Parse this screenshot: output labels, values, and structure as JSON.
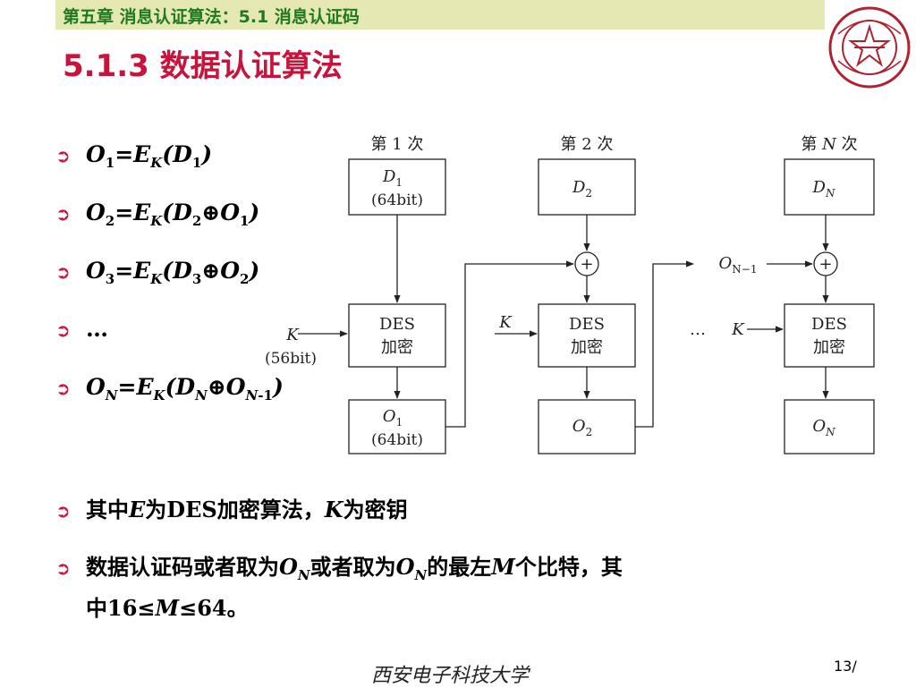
{
  "header": {
    "chapter": "第五章 消息认证算法：5.1 消息认证码",
    "title": "5.1.3  数据认证算法"
  },
  "equations": {
    "e1": {
      "o": "O",
      "os": "1",
      "e": "=E",
      "es": "K",
      "p1": "(",
      "d": "D",
      "ds": "1",
      "p2": ")"
    },
    "e2": {
      "o": "O",
      "os": "2",
      "e": "=E",
      "es": "K",
      "p1": "(",
      "d": "D",
      "ds": "2",
      "xor": "⊕",
      "o2": "O",
      "o2s": "1",
      "p2": ")"
    },
    "e3": {
      "o": "O",
      "os": "3",
      "e": "=E",
      "es": "K",
      "p1": "(",
      "d": "D",
      "ds": "3",
      "xor": "⊕",
      "o2": "O",
      "o2s": "2",
      "p2": ")"
    },
    "e4": {
      "dots": "…"
    },
    "e5": {
      "o": "O",
      "os": "N",
      "e": "=E",
      "es": "K",
      "p1": "(",
      "d": "D",
      "ds": "N",
      "xor": "⊕",
      "o2": "O",
      "o2s": "N",
      "o2s2": "-1",
      "p2": ")"
    }
  },
  "bullets": {
    "b1": {
      "t1": "其中",
      "e": "E",
      "t2": "为",
      "des": "DES",
      "t3": "加密算法，",
      "k": "K",
      "t4": "为密钥"
    },
    "b2": {
      "t1": "数据认证码或者取为",
      "o1": "O",
      "o1s": "N",
      "t2": "或者取为",
      "o2": "O",
      "o2s": "N",
      "t3": "的最左",
      "m": "M",
      "t4": "个比特，其",
      "t5": "中",
      "n1": "16≤",
      "m2": "M",
      "n2": "≤64",
      "t6": "。"
    }
  },
  "diagram": {
    "round1": "第 1 次",
    "round2": "第 2 次",
    "roundN_pre": "第 ",
    "roundN_N": "N",
    "roundN_post": " 次",
    "d1": "D",
    "d1s": "1",
    "bits64": "(64bit)",
    "d2": "D",
    "d2s": "2",
    "dN": "D",
    "dNs": "N",
    "des": "DES",
    "enc": "加密",
    "k": "K",
    "bits56": "(56bit)",
    "o1": "O",
    "o1s": "1",
    "o2": "O",
    "o2s": "2",
    "oN": "O",
    "oNs": "N",
    "oNm1": "O",
    "oNm1s": "N−1",
    "plus": "+",
    "dots": "…"
  },
  "footer": {
    "university": "西安电子科技大学",
    "page": "13/"
  },
  "colors": {
    "header_band": "#e6e8b4",
    "header_text": "#1e7a1e",
    "title": "#c8143c",
    "logo": "#b0222f"
  }
}
